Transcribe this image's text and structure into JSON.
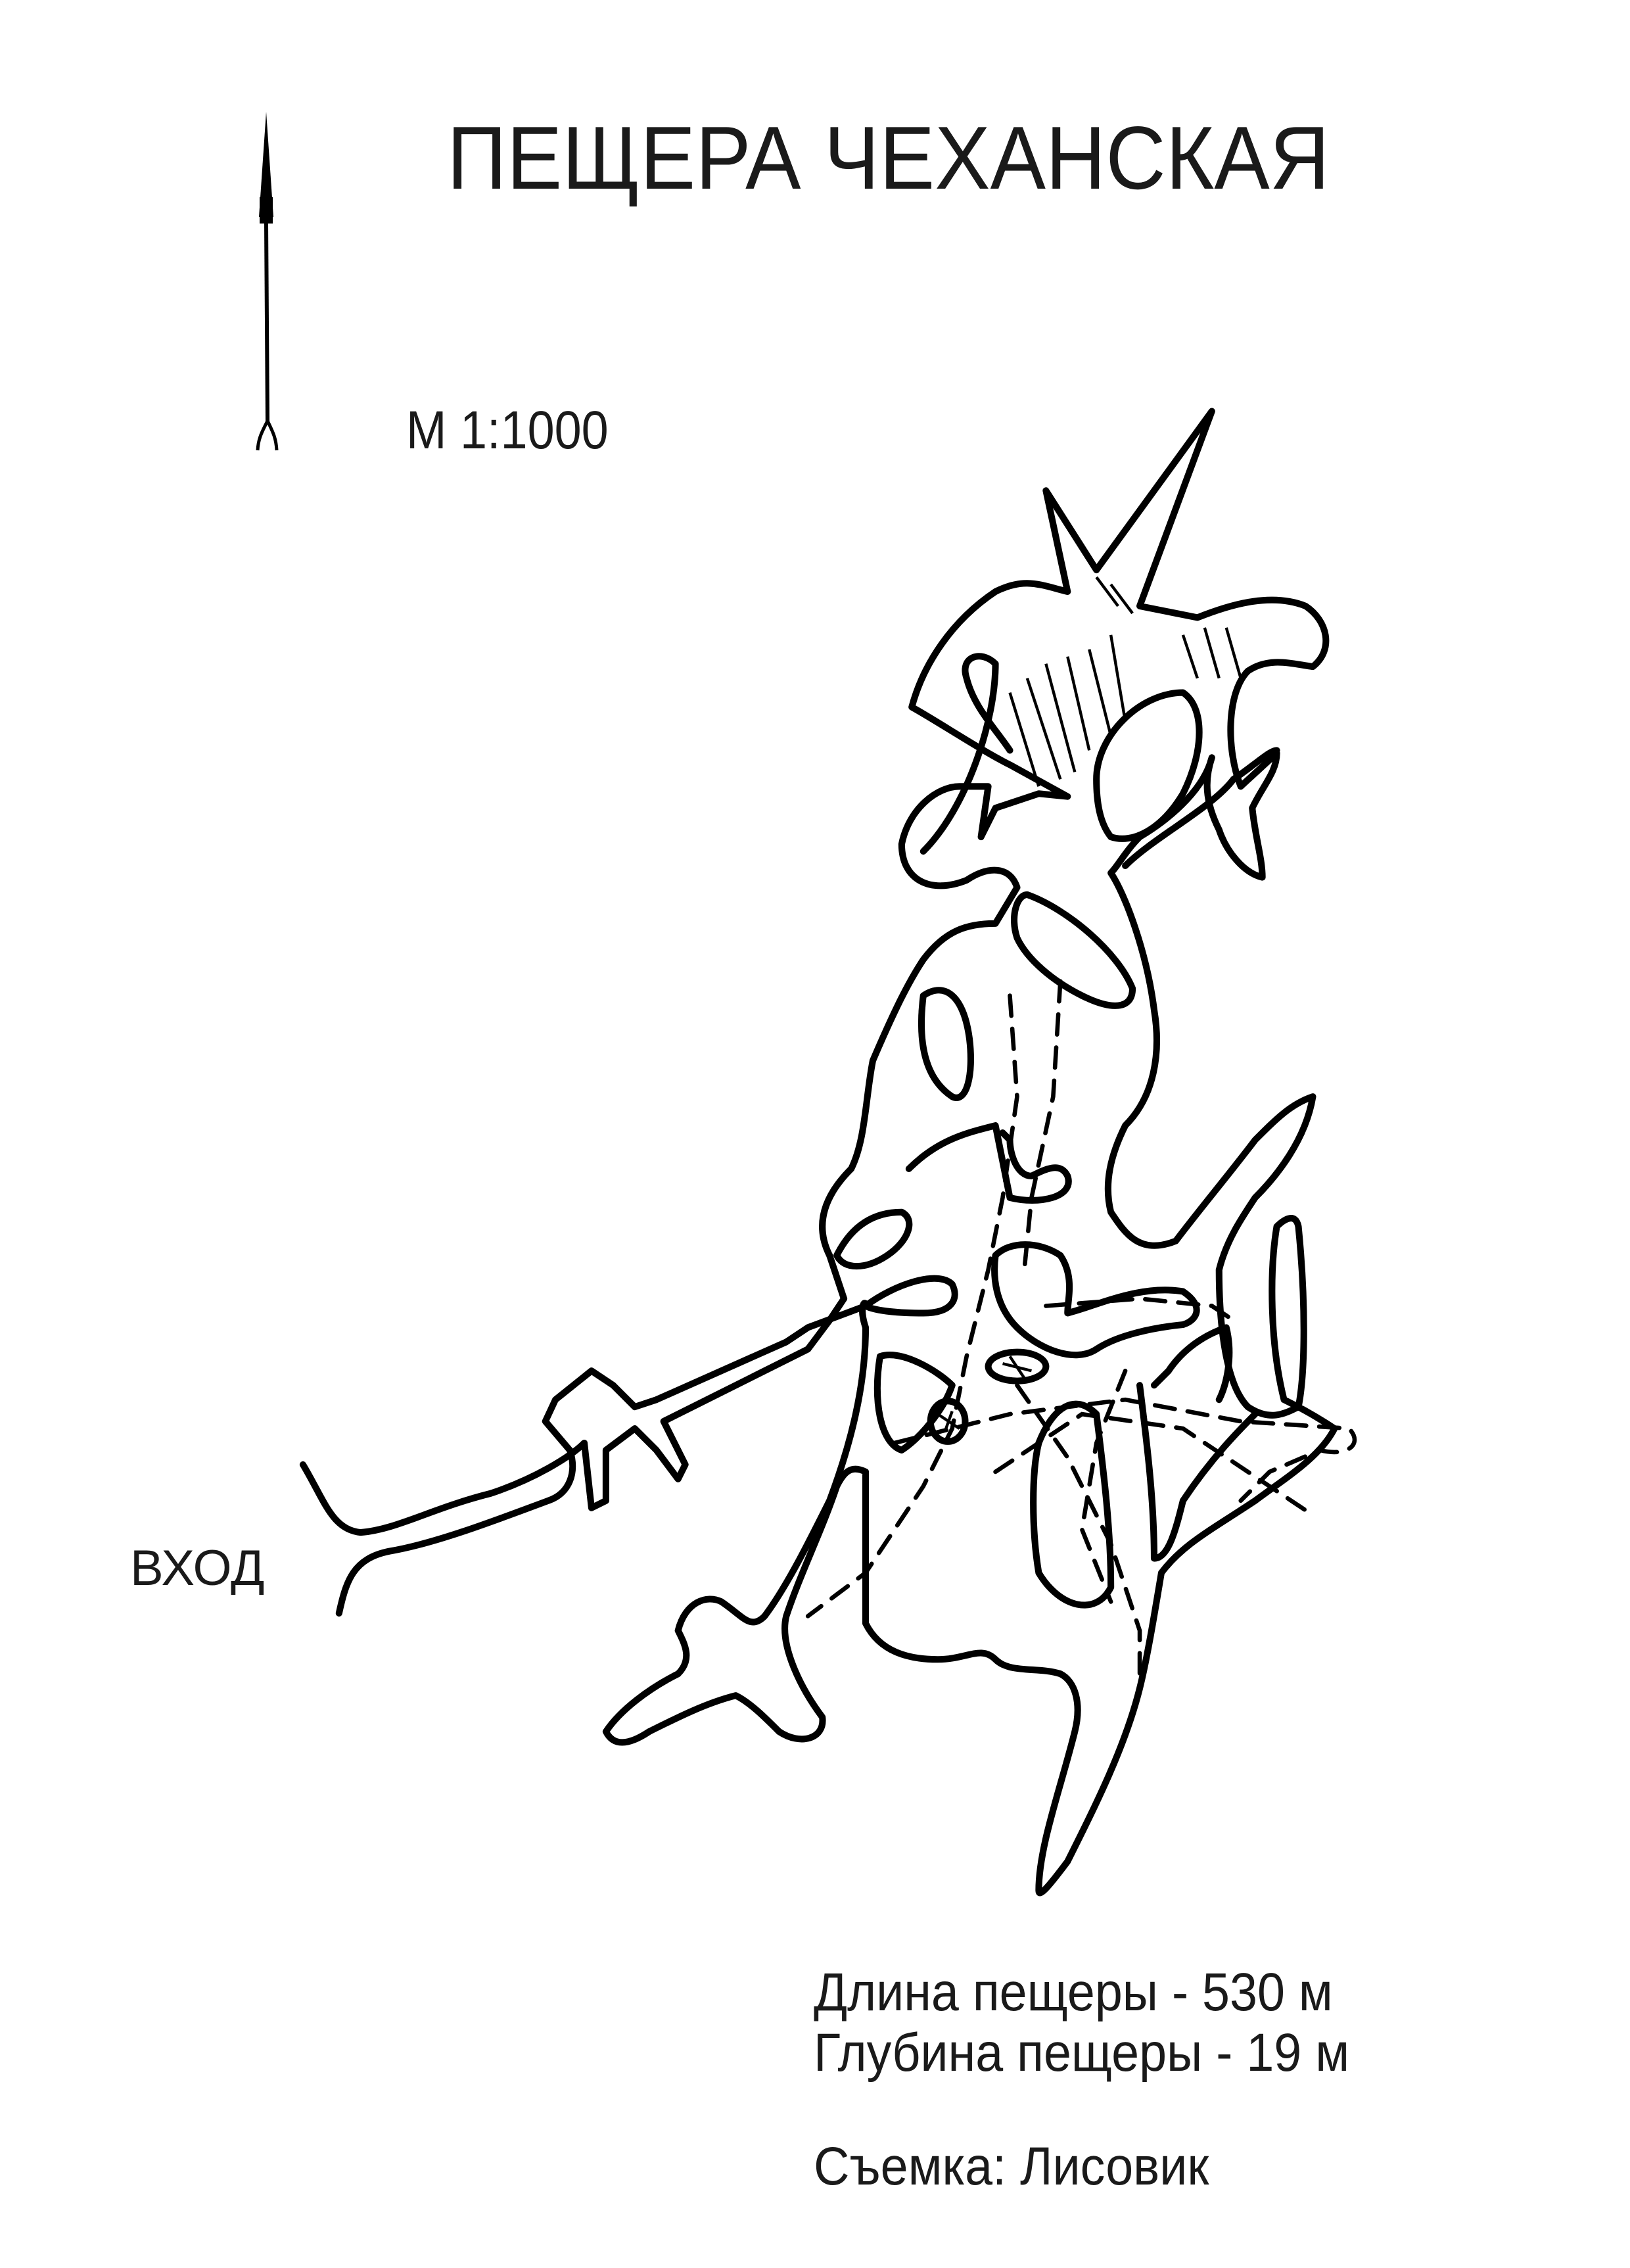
{
  "title": "ПЕЩЕРА ЧЕХАНСКАЯ",
  "scale": "М 1:1000",
  "entrance_label": "ВХОД",
  "stats": {
    "length": "Длина пещеры - 530 м",
    "depth": "Глубина пещеры - 19 м"
  },
  "survey": "Съемка: Лисовик",
  "icons": {
    "north_arrow": "north-arrow-icon"
  }
}
